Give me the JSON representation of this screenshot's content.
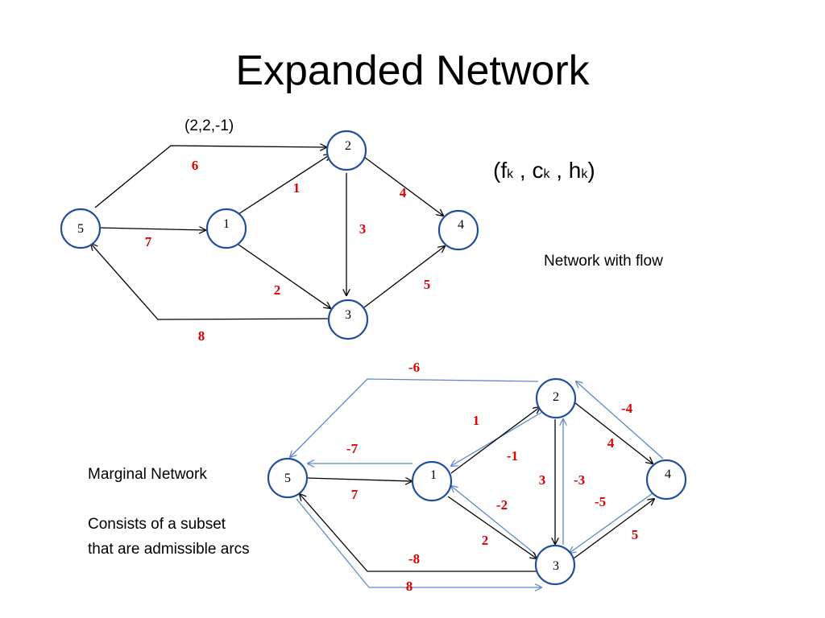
{
  "title": "Expanded Network",
  "top_network": {
    "arc_annotation": "(2,2,-1)",
    "caption": "Network with flow",
    "nodes": [
      "5",
      "1",
      "2",
      "3",
      "4"
    ],
    "arcs": [
      {
        "from": "5",
        "to": "2",
        "label": "6"
      },
      {
        "from": "1",
        "to": "2",
        "label": "1"
      },
      {
        "from": "2",
        "to": "4",
        "label": "4"
      },
      {
        "from": "5",
        "to": "1",
        "label": "7"
      },
      {
        "from": "2",
        "to": "3",
        "label": "3"
      },
      {
        "from": "1",
        "to": "3",
        "label": "2"
      },
      {
        "from": "3",
        "to": "4",
        "label": "5"
      },
      {
        "from": "3",
        "to": "5",
        "label": "8"
      }
    ]
  },
  "legend": {
    "open": "(",
    "f": "f",
    "k1": "k",
    "sep1": " , ",
    "c": "c",
    "k2": "k",
    "sep2": " , ",
    "h": "h",
    "k3": "k",
    "close": ")"
  },
  "bottom_network": {
    "caption": "Marginal Network",
    "description_line1": "Consists of a subset",
    "description_line2": "that are admissible arcs",
    "nodes": [
      "5",
      "1",
      "2",
      "3",
      "4"
    ],
    "forward_arcs": [
      {
        "from": "5",
        "to": "1",
        "label": "7"
      },
      {
        "from": "1",
        "to": "2",
        "label": "1"
      },
      {
        "from": "2",
        "to": "4",
        "label": "4"
      },
      {
        "from": "2",
        "to": "3",
        "label": "3"
      },
      {
        "from": "1",
        "to": "3",
        "label": "2"
      },
      {
        "from": "3",
        "to": "4",
        "label": "5"
      },
      {
        "from": "3",
        "to": "5",
        "label": "-8"
      },
      {
        "from": "5",
        "to": "3",
        "label": "8"
      }
    ],
    "reverse_arcs": [
      {
        "from": "2",
        "to": "5",
        "label": "-6"
      },
      {
        "from": "1",
        "to": "5",
        "label": "-7"
      },
      {
        "from": "2",
        "to": "1",
        "label": "-1"
      },
      {
        "from": "4",
        "to": "2",
        "label": "-4"
      },
      {
        "from": "3",
        "to": "2",
        "label": "-3"
      },
      {
        "from": "3",
        "to": "1",
        "label": "-2"
      },
      {
        "from": "4",
        "to": "3",
        "label": "-5"
      }
    ]
  },
  "colors": {
    "node_border": "#1f4e9c",
    "flow_arc": "#000000",
    "reverse_arc": "#5b8ac9",
    "arc_label": "#e00000"
  }
}
